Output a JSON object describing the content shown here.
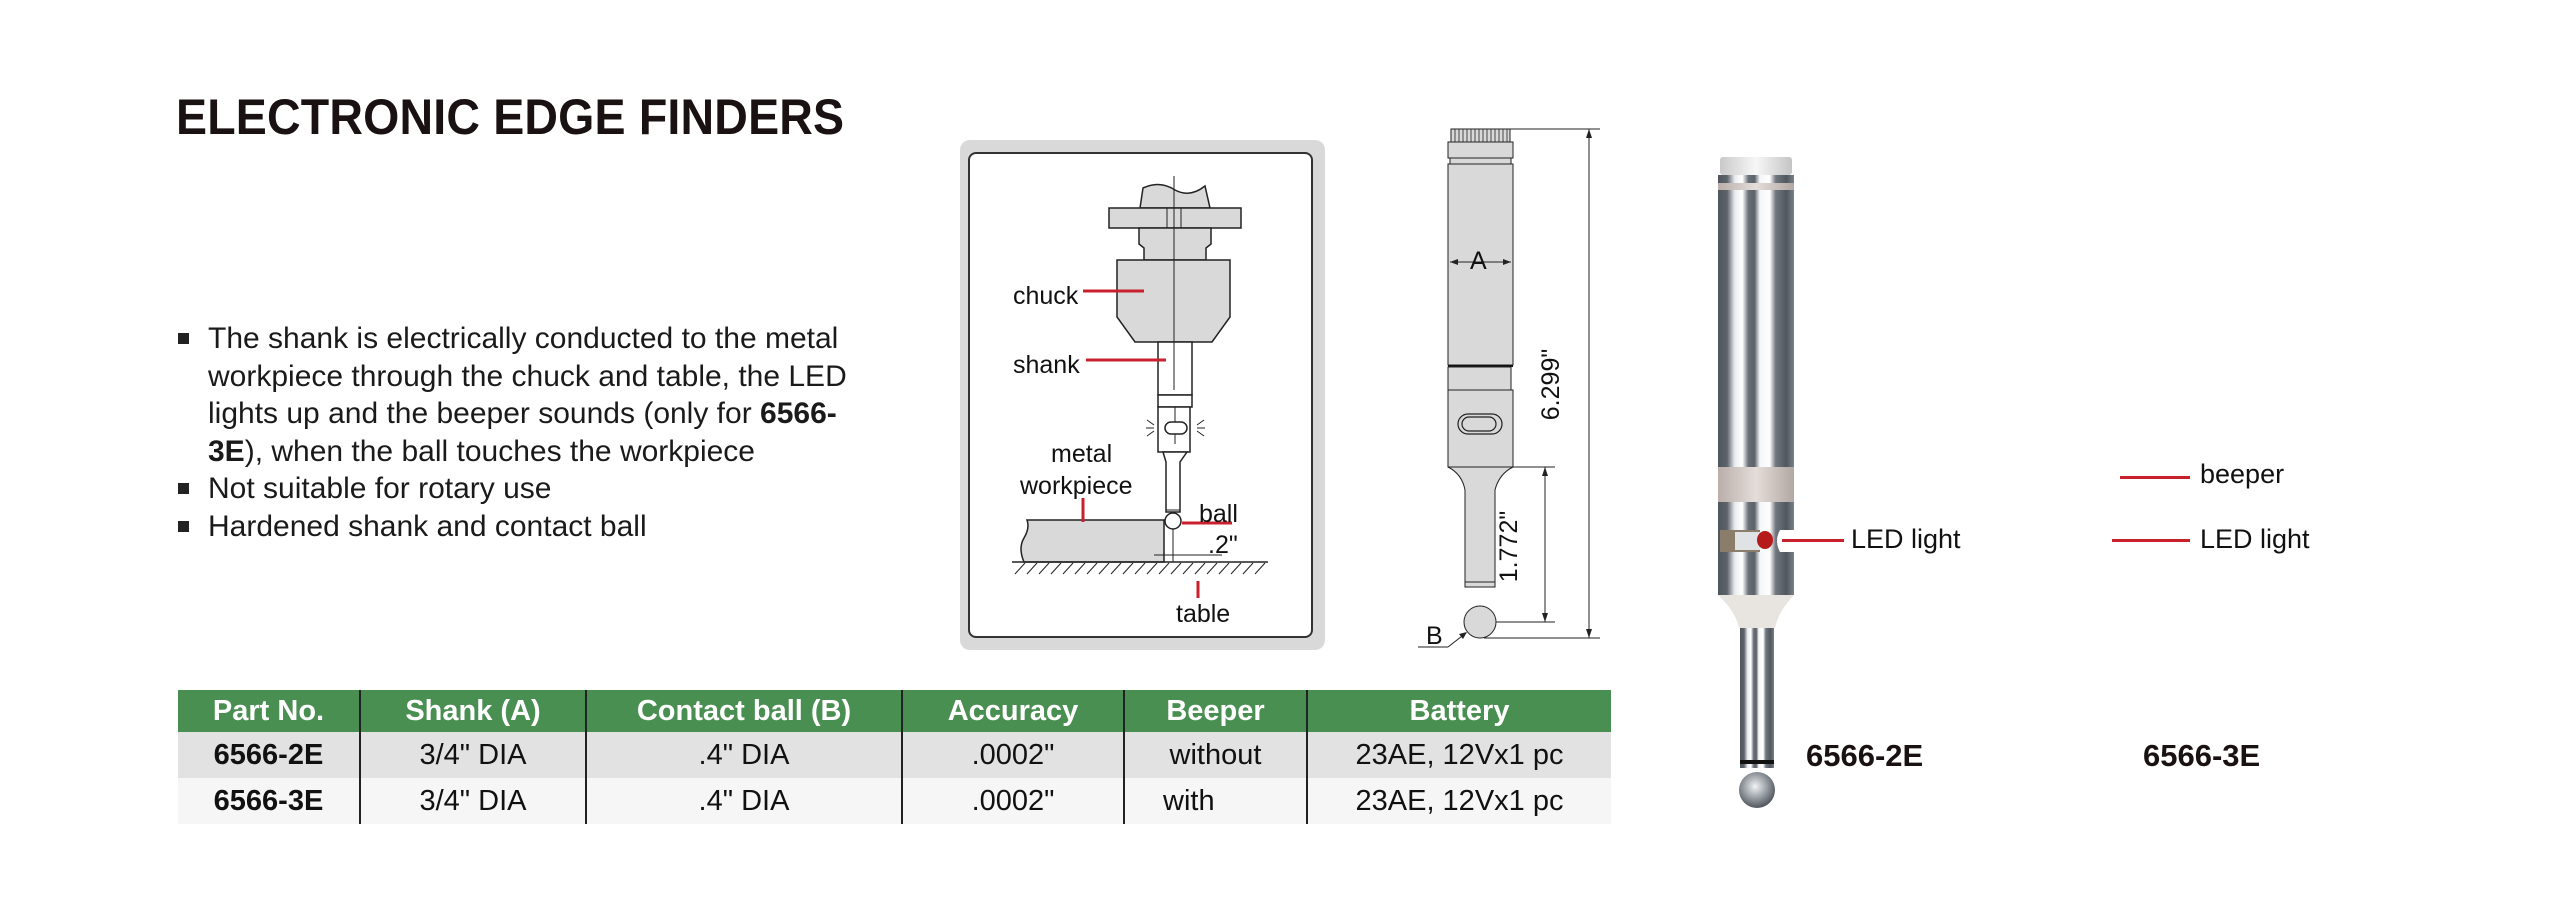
{
  "title": "ELECTRONIC EDGE FINDERS",
  "features": [
    {
      "before": "The shank is electrically conducted to the metal workpiece through the chuck and table, the LED lights up and the beeper sounds (only for ",
      "bold": "6566-3E",
      "after": "), when the ball touches the workpiece"
    },
    {
      "text": "Not suitable for rotary use"
    },
    {
      "text": "Hardened shank and contact ball"
    }
  ],
  "usage_diagram": {
    "labels": {
      "chuck": "chuck",
      "shank": "shank",
      "metal": "metal",
      "workpiece": "workpiece",
      "ball": "ball",
      "offset": ".2\"",
      "table": "table"
    }
  },
  "dimension_drawing": {
    "shank_label": "A",
    "ball_label": "B",
    "total_length": "6.299\"",
    "stylus_length": "1.772\""
  },
  "products": [
    {
      "model": "6566-2E",
      "callouts": [
        "LED light"
      ]
    },
    {
      "model": "6566-3E",
      "callouts": [
        "beeper",
        "LED light"
      ]
    }
  ],
  "spec_table": {
    "headers": [
      "Part No.",
      "Shank (A)",
      "Contact ball (B)",
      "Accuracy",
      "Beeper",
      "Battery"
    ],
    "rows": [
      [
        "6566-2E",
        "3/4\" DIA",
        ".4\" DIA",
        ".0002\"",
        "without",
        "23AE, 12Vx1 pc"
      ],
      [
        "6566-3E",
        "3/4\" DIA",
        ".4\" DIA",
        ".0002\"",
        "with",
        "23AE, 12Vx1 pc"
      ]
    ]
  },
  "colors": {
    "header_green": "#4a8f52",
    "callout_red": "#c8202d",
    "row_odd": "#e2e2e2",
    "row_even": "#f6f6f6"
  }
}
